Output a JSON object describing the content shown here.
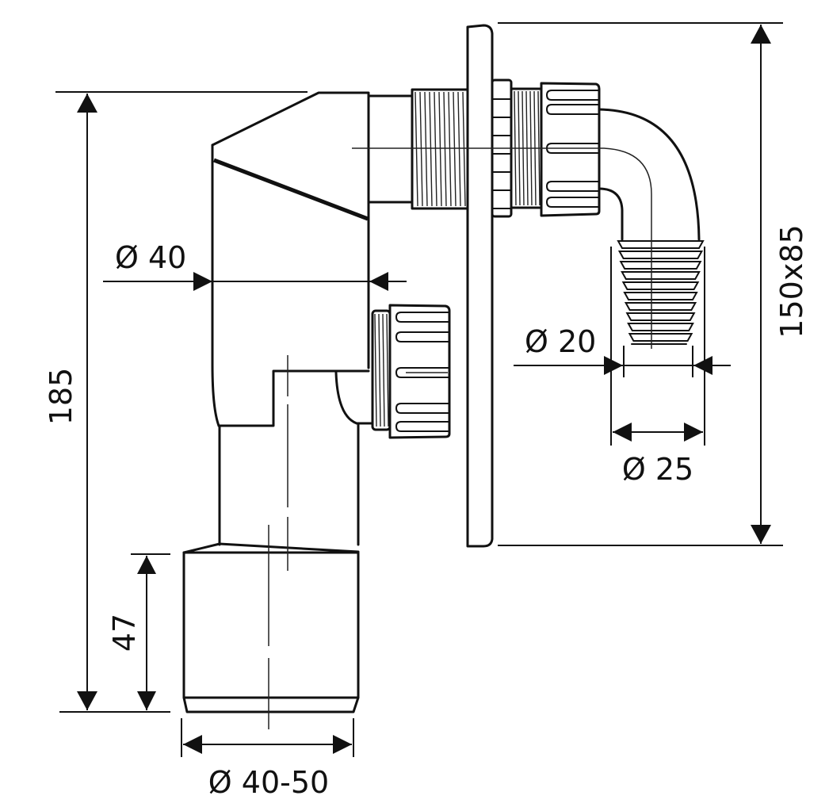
{
  "diagram": {
    "title": "Washing machine siphon technical drawing",
    "line_color": "#111111",
    "background": "#ffffff",
    "dimensions": {
      "total_height": "185",
      "body_diameter": "Ø 40",
      "outlet_height": "47",
      "outlet_diameter": "Ø 40-50",
      "hose_inner_diameter": "Ø 20",
      "hose_outer_diameter": "Ø 25",
      "wall_plate": "150x85"
    },
    "parts": [
      "siphon-body",
      "angled-top-cap",
      "threaded-wall-connector",
      "wall-plate",
      "union-nut",
      "side-inlet-nut",
      "hose-elbow",
      "ribbed-hose-spigot",
      "outlet-sleeve"
    ]
  }
}
